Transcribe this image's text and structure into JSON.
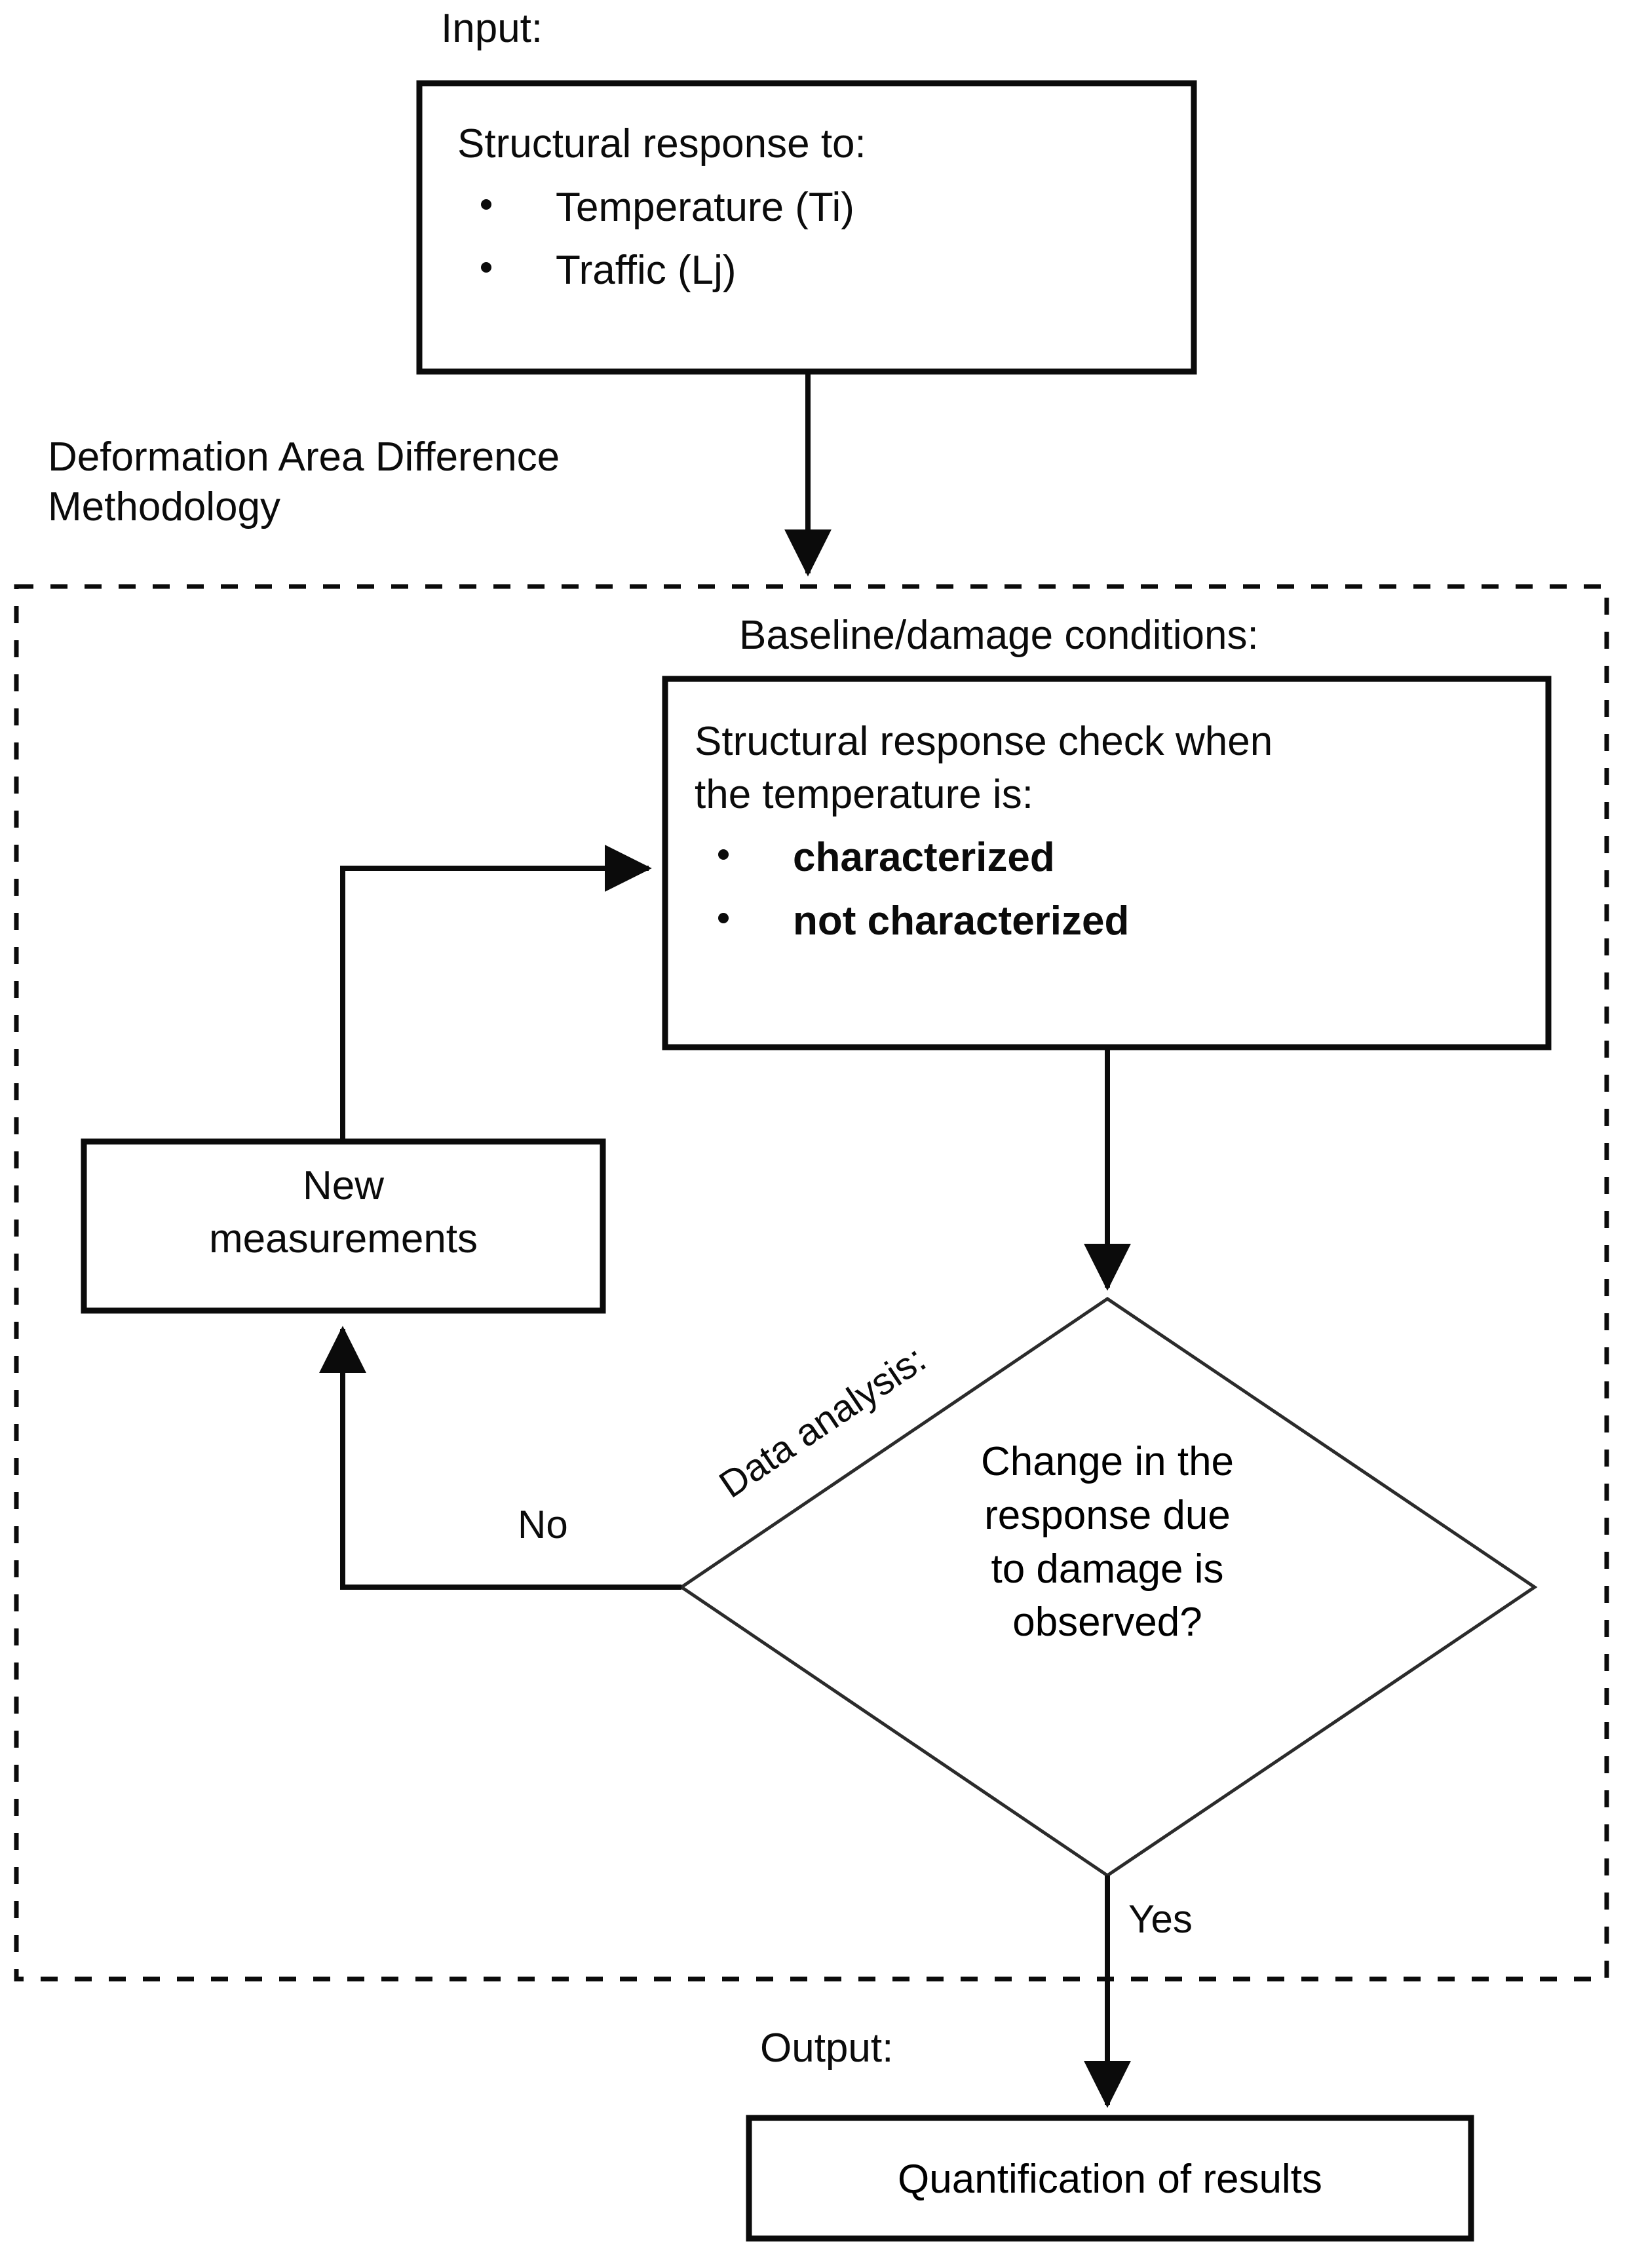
{
  "diagram": {
    "title_role": "flowchart",
    "methodology_label": "Deformation Area Difference\nMethodology",
    "input_caption": "Input:",
    "baseline_caption": "Baseline/damage conditions:",
    "output_caption": "Output:",
    "data_analysis_label": "Data analysis:",
    "edge_no": "No",
    "edge_yes": "Yes"
  },
  "input_box": {
    "heading": "Structural response to:",
    "bullets": [
      "Temperature (Ti)",
      "Traffic (Lj)"
    ]
  },
  "baseline_box": {
    "heading_line1": "Structural response check when",
    "heading_line2": "the temperature is:",
    "bullets": [
      "characterized",
      "not characterized"
    ]
  },
  "new_measurements_box": {
    "line1": "New",
    "line2": "measurements"
  },
  "decision_diamond": {
    "line1": "Change in the",
    "line2": "response due",
    "line3": "to damage is",
    "line4": "observed?"
  },
  "output_box": {
    "label": "Quantification of results"
  },
  "colors": {
    "stroke": "#0b0b0b",
    "background": "#ffffff",
    "thin_stroke": "#2b2b2b"
  }
}
